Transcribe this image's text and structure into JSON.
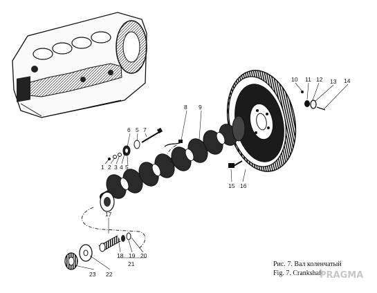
{
  "figure": {
    "caption_ru": "Рис. 7. Вал коленчатый",
    "caption_en": "Fig. 7. Crankshaft",
    "watermark": "PRAGMA"
  },
  "callouts": [
    "1",
    "2",
    "3",
    "4",
    "5",
    "6",
    "5",
    "7",
    "8",
    "9",
    "10",
    "11",
    "12",
    "13",
    "14",
    "15",
    "16",
    "17",
    "18",
    "19",
    "20",
    "21",
    "22",
    "23"
  ]
}
